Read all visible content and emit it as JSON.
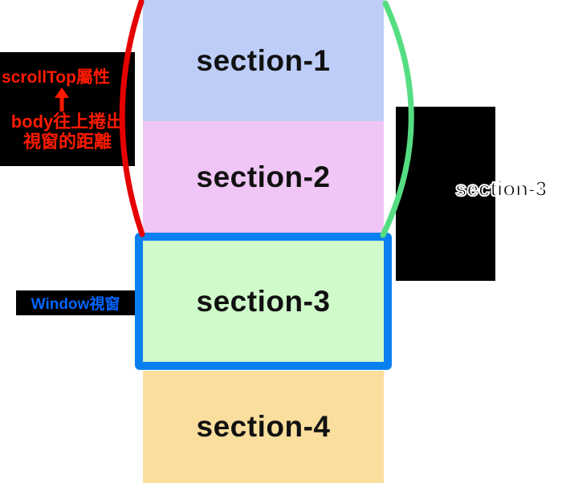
{
  "diagram": {
    "page_background": "#FFFFFF",
    "sections": [
      {
        "label": "section-1",
        "color": "#BDCDF8"
      },
      {
        "label": "section-2",
        "color": "#EFC6F5"
      },
      {
        "label": "section-3",
        "color": "#CFFACA"
      },
      {
        "label": "section-4",
        "color": "#F9DE9D"
      }
    ],
    "window_frame": {
      "border_color": "#0A80F0",
      "label": "Window視窗",
      "label_color": "#0066FF",
      "label_box_color": "#000000"
    },
    "scrolltop_callout": {
      "box_color": "#000000",
      "title": "scrollTop屬性",
      "arrow_icon": "up-arrow",
      "description_line1": "body往上捲出",
      "description_line2": "視窗的距離",
      "text_color": "#FF1A00"
    },
    "offset_callout": {
      "box_color": "#000000",
      "label": "section-3"
    },
    "braces": {
      "left_color": "#E60000",
      "right_color": "#55DD82"
    }
  }
}
